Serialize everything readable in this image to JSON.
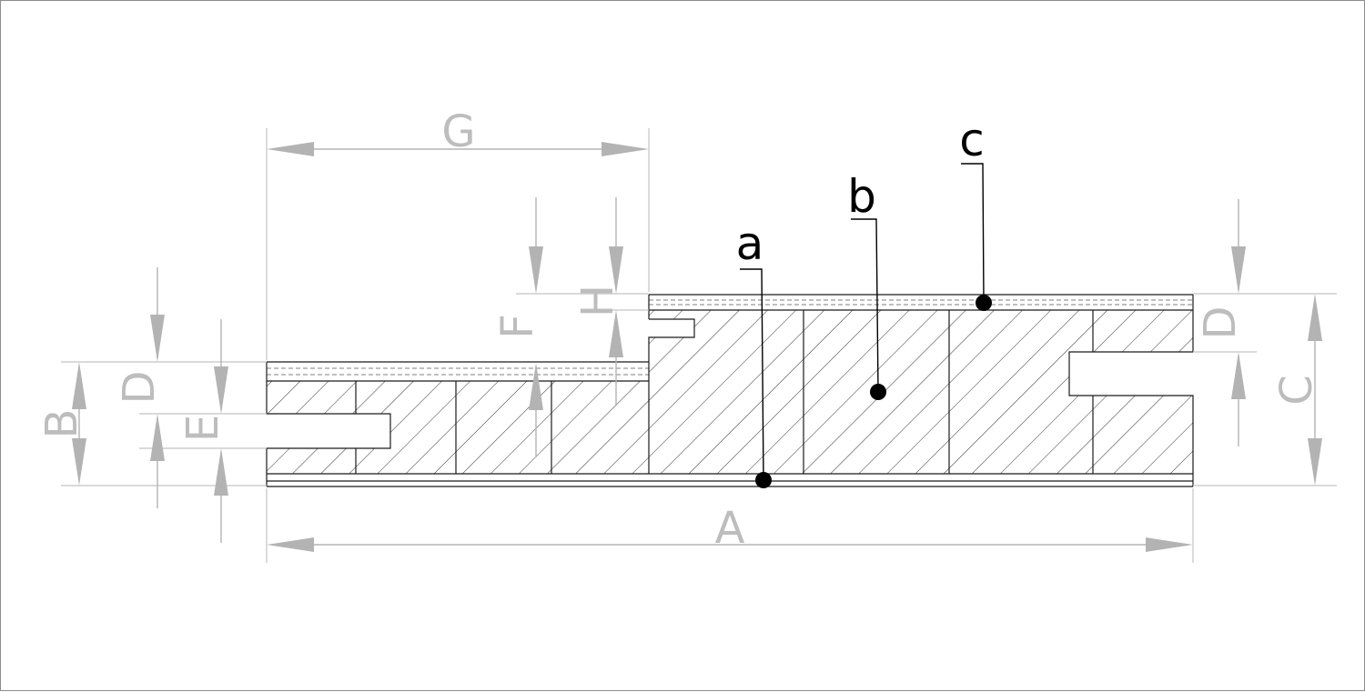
{
  "diagram": {
    "dimension_labels": {
      "A": "A",
      "B": "B",
      "C": "C",
      "D_left": "D",
      "D_right": "D",
      "E": "E",
      "F": "F",
      "G": "G",
      "H": "H"
    },
    "callouts": {
      "a": "a",
      "b": "b",
      "c": "c"
    },
    "colors": {
      "dimension": "#b3b3b3",
      "outline": "#1a1a1a",
      "callout": "#000000",
      "frame_border": "#8c8c8c"
    }
  }
}
